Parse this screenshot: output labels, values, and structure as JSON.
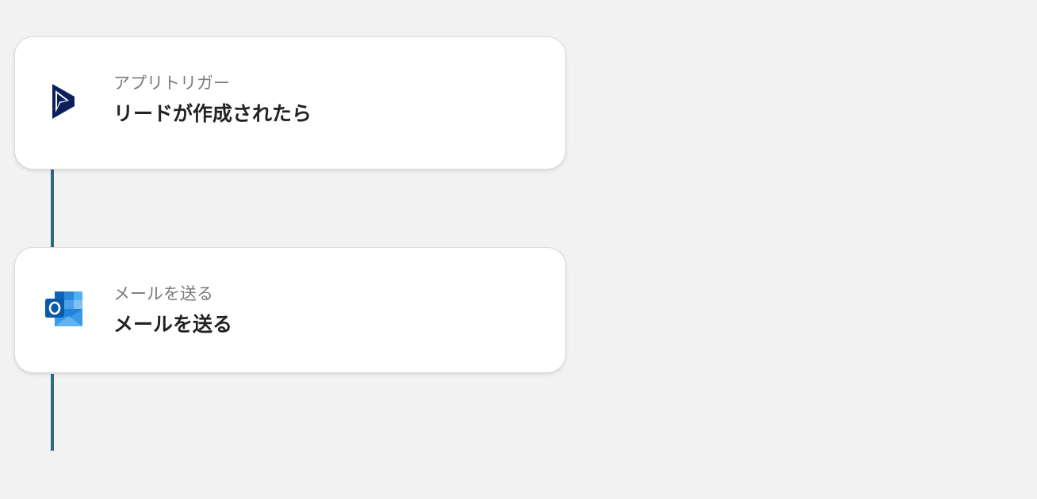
{
  "steps": [
    {
      "type_label": "アプリトリガー",
      "title": "リードが作成されたら",
      "icon": "dynamics-365-icon"
    },
    {
      "type_label": "メールを送る",
      "title": "メールを送る",
      "icon": "outlook-icon"
    }
  ],
  "colors": {
    "background": "#f2f2f2",
    "connector": "#2f6b80",
    "card": "#ffffff",
    "dynamics_navy": "#0b1f5c",
    "outlook_blue": "#0f62b5"
  }
}
